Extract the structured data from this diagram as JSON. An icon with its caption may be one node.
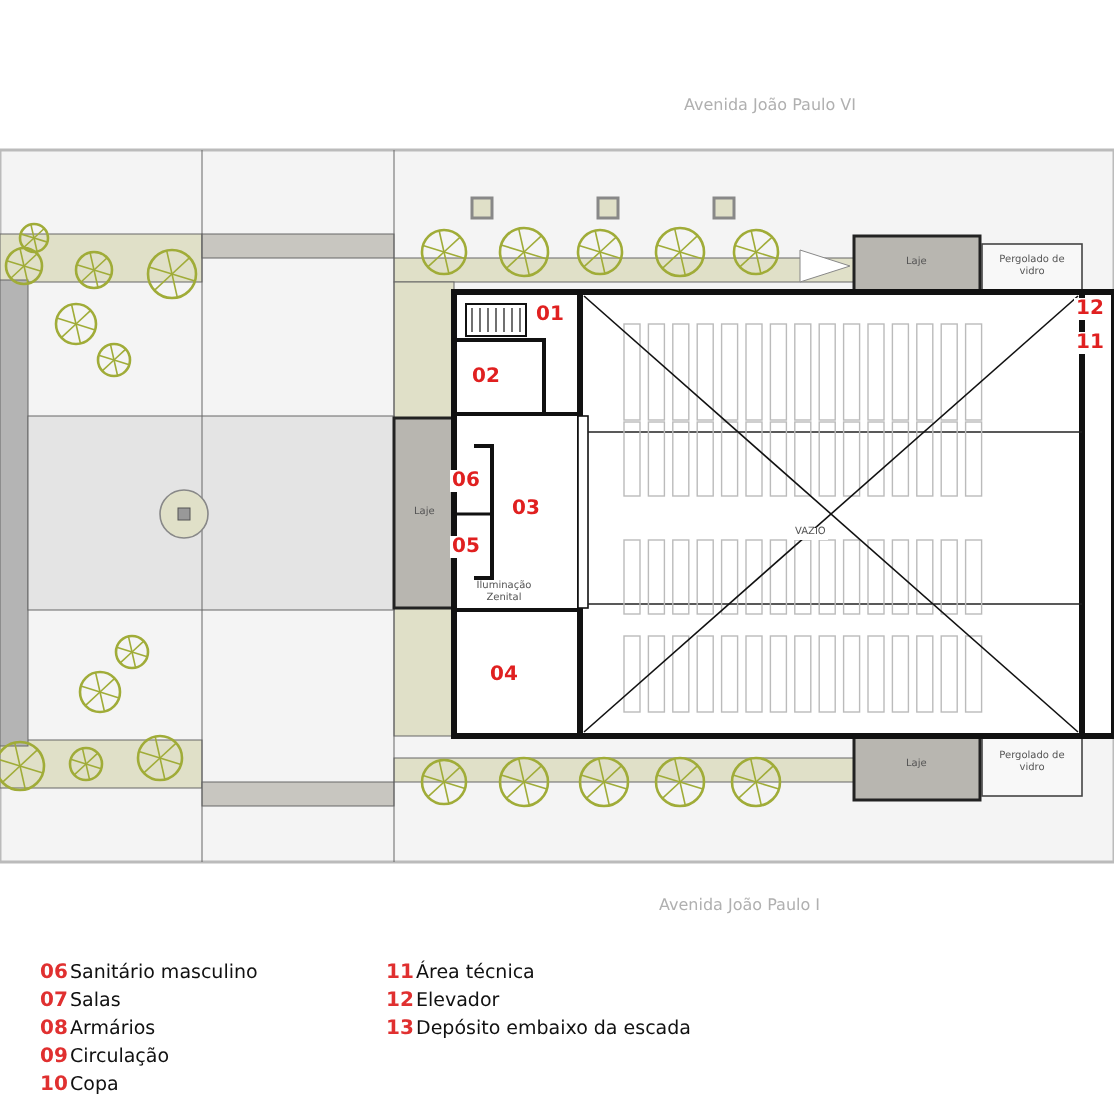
{
  "diagram": {
    "labels": [
      "Avenida João Paulo VI",
      "Laje",
      "Pergolado de vidro",
      "12",
      "01",
      "11",
      "02",
      "Laje",
      "06",
      "03",
      "VAZIO",
      "05",
      "Iluminação Zenital",
      "04",
      "Laje",
      "Pergolado de vidro",
      "Avenida João Paulo I",
      "06",
      "Sanitário masculino",
      "11",
      "Área técnica",
      "07",
      "Salas",
      "12",
      "Elevador",
      "08",
      "Armários",
      "13",
      "Depósito embaixo da escada",
      "09",
      "Circulação",
      "10",
      "Copa"
    ]
  }
}
